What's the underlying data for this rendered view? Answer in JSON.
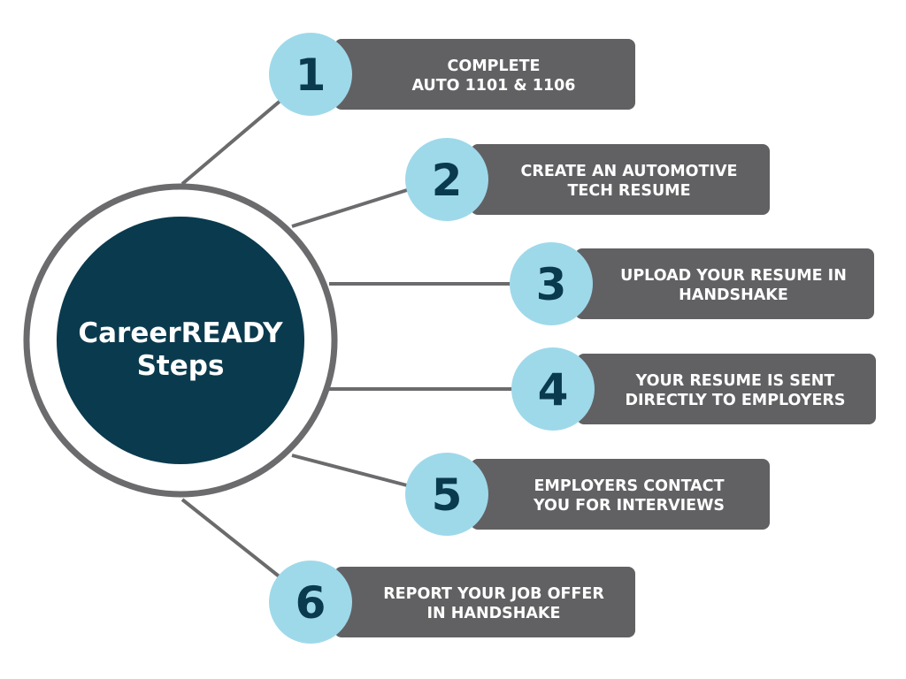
{
  "center": {
    "lines": [
      "CareerREADY",
      "Steps"
    ]
  },
  "steps": [
    {
      "number": "1",
      "lines": [
        "COMPLETE",
        "AUTO 1101 & 1106"
      ]
    },
    {
      "number": "2",
      "lines": [
        "CREATE AN AUTOMOTIVE",
        "TECH RESUME"
      ]
    },
    {
      "number": "3",
      "lines": [
        "UPLOAD YOUR RESUME IN",
        "HANDSHAKE"
      ]
    },
    {
      "number": "4",
      "lines": [
        "YOUR RESUME IS SENT",
        "DIRECTLY TO EMPLOYERS"
      ]
    },
    {
      "number": "5",
      "lines": [
        "EMPLOYERS CONTACT",
        "YOU FOR INTERVIEWS"
      ]
    },
    {
      "number": "6",
      "lines": [
        "REPORT YOUR JOB OFFER",
        "IN HANDSHAKE"
      ]
    }
  ],
  "colors": {
    "center_fill": "#0a3a4e",
    "ring_stroke": "#6b6b6d",
    "bar_fill": "#616164",
    "step_circle_fill": "#9ed9ea",
    "step_number_color": "#0a3a4e",
    "label_color": "#ffffff"
  }
}
